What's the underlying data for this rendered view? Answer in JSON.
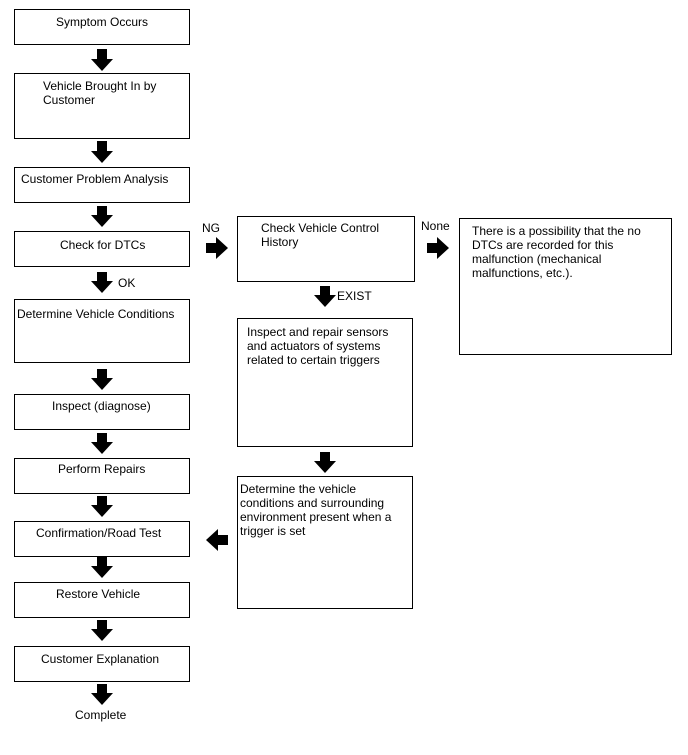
{
  "steps": {
    "symptom": "Symptom Occurs",
    "brought_in": "Vehicle Brought In by Customer",
    "problem_analysis": "Customer Problem Analysis",
    "check_dtcs": "Check for DTCs",
    "determine_conditions": "Determine Vehicle Conditions",
    "inspect": "Inspect (diagnose)",
    "repairs": "Perform Repairs",
    "road_test": "Confirmation/Road Test",
    "restore": "Restore Vehicle",
    "explanation": "Customer Explanation",
    "complete": "Complete"
  },
  "branch": {
    "check_history": "Check Vehicle Control History",
    "no_dtc_note": "There is a possibility that the no DTCs are recorded for this malfunction (mechanical malfunctions, etc.).",
    "inspect_sensors": "Inspect and repair sensors and actuators of systems related to certain triggers",
    "determine_environment": "Determine the vehicle conditions and surrounding environment present when a trigger is set"
  },
  "labels": {
    "ng": "NG",
    "ok": "OK",
    "none": "None",
    "exist": "EXIST"
  }
}
